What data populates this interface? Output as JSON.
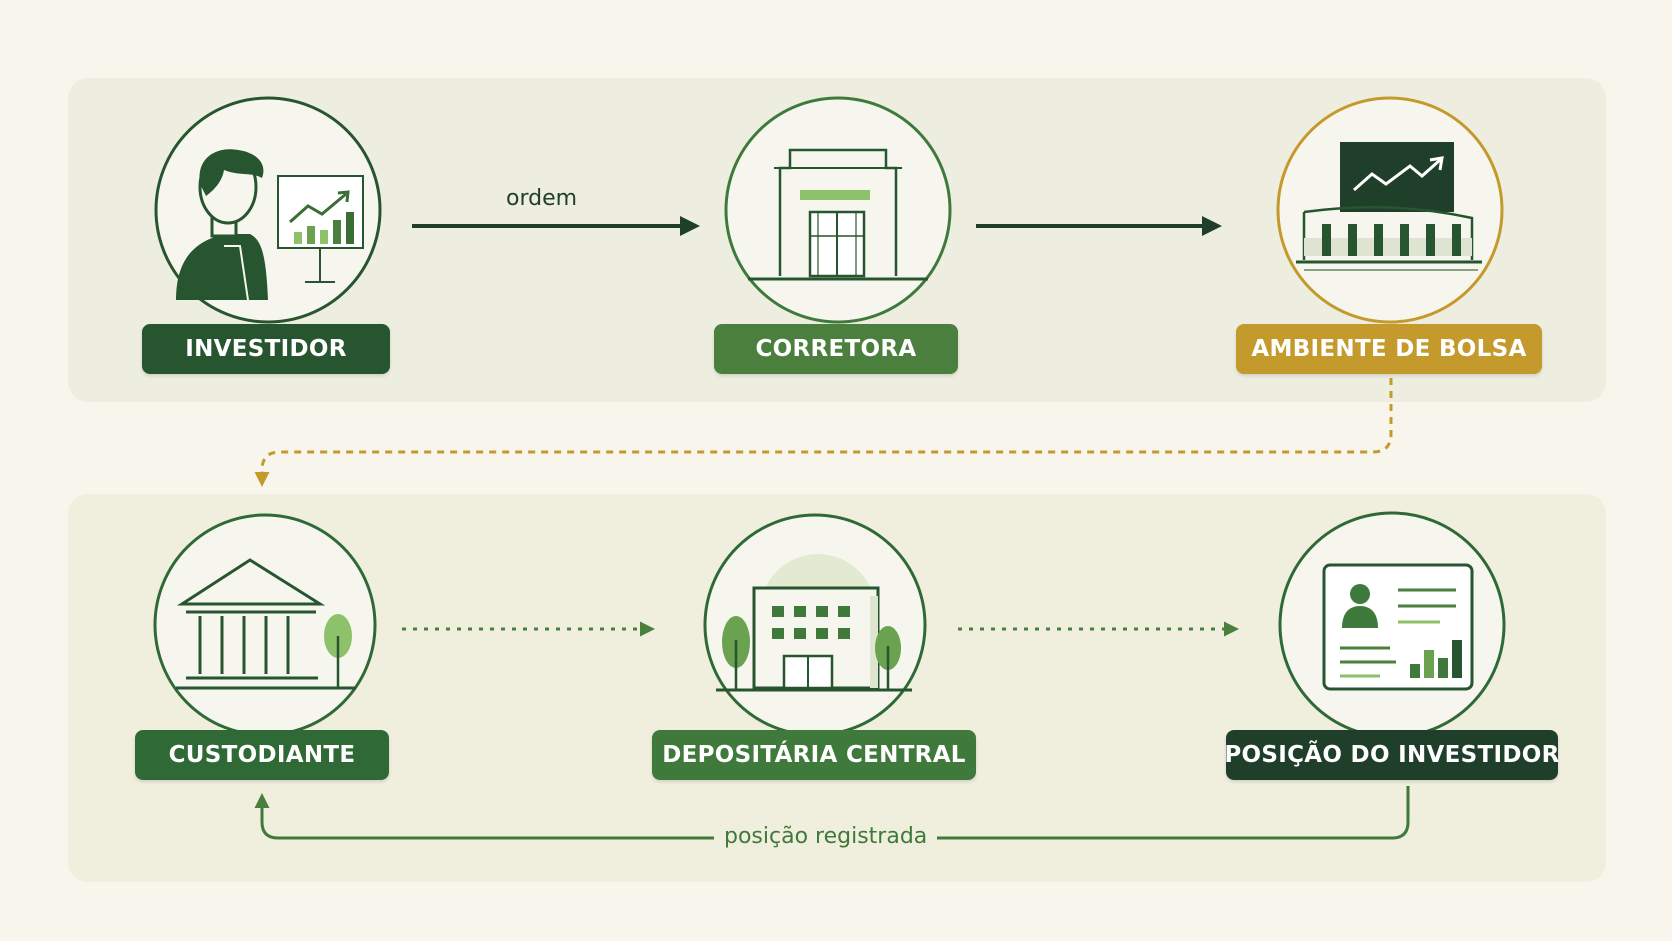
{
  "nodes": {
    "investidor": {
      "label": "INVESTIDOR",
      "icon": "investor-icon"
    },
    "corretora": {
      "label": "CORRETORA",
      "icon": "brokerage-building-icon"
    },
    "bolsa": {
      "label": "AMBIENTE DE BOLSA",
      "icon": "stock-exchange-icon"
    },
    "custodiante": {
      "label": "CUSTODIANTE",
      "icon": "bank-columns-icon"
    },
    "depositaria": {
      "label": "DEPOSITÁRIA CENTRAL",
      "icon": "office-building-icon"
    },
    "posicao": {
      "label": "POSIÇÃO DO INVESTIDOR",
      "icon": "investor-position-card-icon"
    }
  },
  "edges": {
    "ordem": {
      "label": "ordem"
    },
    "posicao_registrada": {
      "label": "posição registrada"
    }
  },
  "colors": {
    "dark_green": "#27552f",
    "mid_green": "#4a7f3d",
    "light_green": "#8ec26a",
    "gold": "#c49a2c",
    "panel": "#eeeee0",
    "background": "#f8f6ec"
  }
}
